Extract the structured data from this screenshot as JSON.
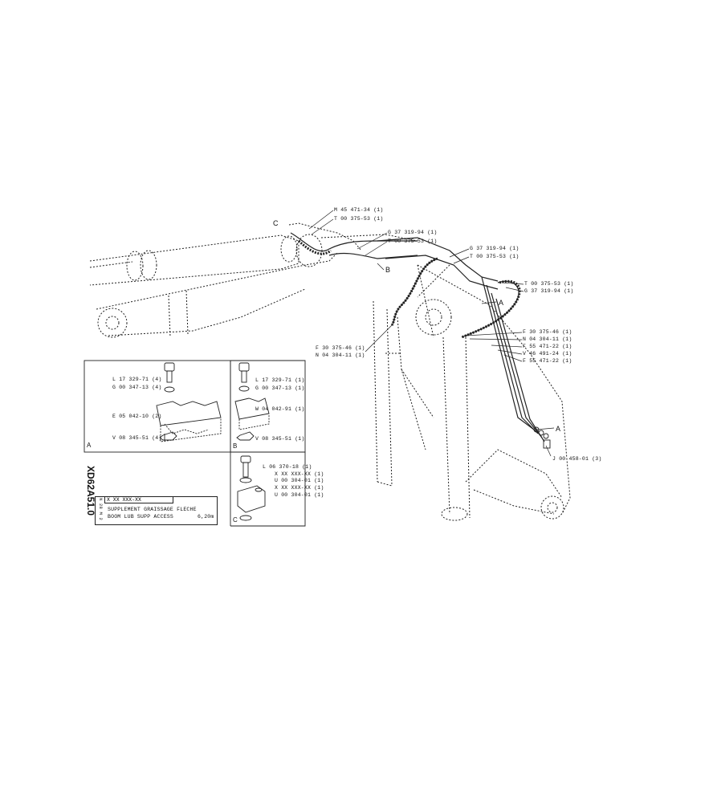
{
  "callouts": {
    "c_m45": "M 45 471-34 (1)",
    "c_t53_top": "T 00 375-53 (1)",
    "c_g94_a": "G 37 319-94 (1)",
    "c_t53_b": "T 00 375-53 (1)",
    "c_g94_b": "G 37 319-94 (1)",
    "c_t53_c": "T 00 375-53 (1)",
    "c_t53_d": "T 00 375-53 (1)",
    "c_g94_c": "G 37 319-94 (1)",
    "c_f46_r": "F 30 375-46 (1)",
    "c_n11_r": "N 04 304-11 (1)",
    "c_f22_a": "F 55 471-22 (1)",
    "c_v24": "V 46 491-24 (1)",
    "c_f22_b": "F 55 471-22 (1)",
    "c_f46_l": "F 30 375-46 (1)",
    "c_n11_l": "N 04 304-11 (1)",
    "c_j01": "J 00 458-01 (3)"
  },
  "refs": {
    "c": "C",
    "b": "B",
    "a1": "A",
    "a2": "A"
  },
  "detail_a": {
    "id": "A",
    "l71": "L 17 329-71 (4)",
    "g13": "G 00 347-13 (4)",
    "e10": "E 05 042-10 (2)",
    "v51": "V 08 345-51 (4)"
  },
  "detail_b": {
    "id": "B",
    "l71": "L 17 329-71 (1)",
    "g13": "G 00 347-13 (1)",
    "w91": "W 04 042-91 (1)",
    "v51": "V 08 345-51 (1)"
  },
  "detail_c": {
    "id": "C",
    "l18": "L 06 370-18 (1)",
    "x1": "X XX XXX-XX (1)",
    "u01a": "U 00 304-01 (1)",
    "x2": "X XX XXX-XX (1)",
    "u01b": "U 00 304-01 (1)"
  },
  "title_block": {
    "doc_code": "XD62",
    "sheet_code": "A51.0",
    "part_code": "X XX XXX-XX",
    "title_fr": "SUPPLEMENT GRAISSAGE FLECHE",
    "title_en": "BOOM LUB SUPP ACCESS",
    "size": "6,20m",
    "side_marks": "N 28 M 2"
  }
}
